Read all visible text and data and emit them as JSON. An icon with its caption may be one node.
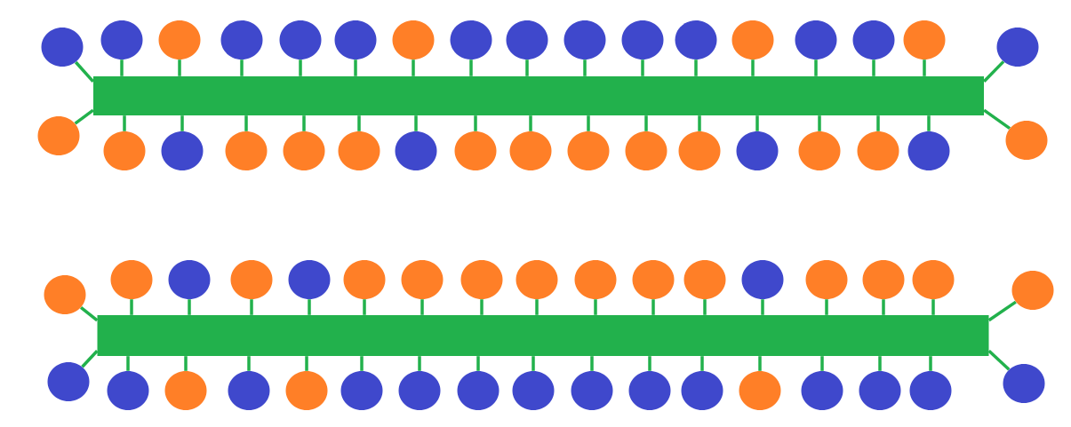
{
  "diagram": {
    "nodes": [
      {
        "text": [],
        "shape": "bar"
      },
      {
        "text": [],
        "shape": "circle"
      },
      {
        "text": [],
        "shape": "circle"
      },
      {
        "text": [],
        "shape": "circle"
      },
      {
        "text": [],
        "shape": "circle"
      },
      {
        "text": [],
        "shape": "circle"
      },
      {
        "text": [],
        "shape": "circle"
      },
      {
        "text": [],
        "shape": "circle"
      },
      {
        "text": [],
        "shape": "circle"
      },
      {
        "text": [],
        "shape": "circle"
      },
      {
        "text": [],
        "shape": "circle"
      },
      {
        "text": [],
        "shape": "circle"
      },
      {
        "text": [],
        "shape": "circle"
      },
      {
        "text": [],
        "shape": "circle"
      },
      {
        "text": [],
        "shape": "circle"
      },
      {
        "text": [],
        "shape": "circle"
      },
      {
        "text": [],
        "shape": "circle"
      },
      {
        "text": [],
        "shape": "circle"
      },
      {
        "text": [],
        "shape": "circle"
      },
      {
        "text": [],
        "shape": "circle"
      },
      {
        "text": [],
        "shape": "circle"
      },
      {
        "text": [],
        "shape": "circle"
      },
      {
        "text": [],
        "shape": "circle"
      },
      {
        "text": [],
        "shape": "circle"
      },
      {
        "text": [],
        "shape": "circle"
      },
      {
        "text": [],
        "shape": "circle"
      },
      {
        "text": [],
        "shape": "circle"
      },
      {
        "text": [],
        "shape": "circle"
      },
      {
        "text": [],
        "shape": "circle"
      },
      {
        "text": [],
        "shape": "circle"
      },
      {
        "text": [],
        "shape": "circle"
      },
      {
        "text": [],
        "shape": "circle"
      },
      {
        "text": [],
        "shape": "circle"
      },
      {
        "text": [],
        "shape": "circle"
      },
      {
        "text": [],
        "shape": "circle"
      },
      {
        "text": [],
        "shape": "bar"
      },
      {
        "text": [],
        "shape": "circle"
      },
      {
        "text": [],
        "shape": "circle"
      },
      {
        "text": [],
        "shape": "circle"
      },
      {
        "text": [],
        "shape": "circle"
      },
      {
        "text": [],
        "shape": "circle"
      },
      {
        "text": [],
        "shape": "circle"
      },
      {
        "text": [],
        "shape": "circle"
      },
      {
        "text": [],
        "shape": "circle"
      },
      {
        "text": [],
        "shape": "circle"
      },
      {
        "text": [],
        "shape": "circle"
      },
      {
        "text": [],
        "shape": "circle"
      },
      {
        "text": [],
        "shape": "circle"
      },
      {
        "text": [],
        "shape": "circle"
      },
      {
        "text": [],
        "shape": "circle"
      },
      {
        "text": [],
        "shape": "circle"
      },
      {
        "text": [],
        "shape": "circle"
      },
      {
        "text": [],
        "shape": "circle"
      },
      {
        "text": [],
        "shape": "circle"
      },
      {
        "text": [],
        "shape": "circle"
      },
      {
        "text": [],
        "shape": "circle"
      },
      {
        "text": [],
        "shape": "circle"
      },
      {
        "text": [],
        "shape": "circle"
      },
      {
        "text": [],
        "shape": "circle"
      },
      {
        "text": [],
        "shape": "circle"
      },
      {
        "text": [],
        "shape": "circle"
      },
      {
        "text": [],
        "shape": "circle"
      },
      {
        "text": [],
        "shape": "circle"
      },
      {
        "text": [],
        "shape": "circle"
      },
      {
        "text": [],
        "shape": "circle"
      },
      {
        "text": [],
        "shape": "circle"
      },
      {
        "text": [],
        "shape": "circle"
      },
      {
        "text": [],
        "shape": "circle"
      },
      {
        "text": [],
        "shape": "circle"
      },
      {
        "text": [],
        "shape": "circle"
      }
    ],
    "edges": [
      {
        "from": 1,
        "to": 0,
        "arrow": "none"
      },
      {
        "from": 2,
        "to": 0,
        "arrow": "none"
      },
      {
        "from": 3,
        "to": 0,
        "arrow": "none"
      },
      {
        "from": 4,
        "to": 0,
        "arrow": "none"
      },
      {
        "from": 5,
        "to": 0,
        "arrow": "none"
      },
      {
        "from": 6,
        "to": 0,
        "arrow": "none"
      },
      {
        "from": 7,
        "to": 0,
        "arrow": "none"
      },
      {
        "from": 8,
        "to": 0,
        "arrow": "none"
      },
      {
        "from": 9,
        "to": 0,
        "arrow": "none"
      },
      {
        "from": 10,
        "to": 0,
        "arrow": "none"
      },
      {
        "from": 11,
        "to": 0,
        "arrow": "none"
      },
      {
        "from": 12,
        "to": 0,
        "arrow": "none"
      },
      {
        "from": 13,
        "to": 0,
        "arrow": "none"
      },
      {
        "from": 14,
        "to": 0,
        "arrow": "none"
      },
      {
        "from": 15,
        "to": 0,
        "arrow": "none"
      },
      {
        "from": 16,
        "to": 0,
        "arrow": "none"
      },
      {
        "from": 17,
        "to": 0,
        "arrow": "none"
      },
      {
        "from": 18,
        "to": 0,
        "arrow": "none"
      },
      {
        "from": 19,
        "to": 0,
        "arrow": "none"
      },
      {
        "from": 20,
        "to": 0,
        "arrow": "none"
      },
      {
        "from": 21,
        "to": 0,
        "arrow": "none"
      },
      {
        "from": 22,
        "to": 0,
        "arrow": "none"
      },
      {
        "from": 23,
        "to": 0,
        "arrow": "none"
      },
      {
        "from": 24,
        "to": 0,
        "arrow": "none"
      },
      {
        "from": 25,
        "to": 0,
        "arrow": "none"
      },
      {
        "from": 26,
        "to": 0,
        "arrow": "none"
      },
      {
        "from": 27,
        "to": 0,
        "arrow": "none"
      },
      {
        "from": 28,
        "to": 0,
        "arrow": "none"
      },
      {
        "from": 29,
        "to": 0,
        "arrow": "none"
      },
      {
        "from": 30,
        "to": 0,
        "arrow": "none"
      },
      {
        "from": 31,
        "to": 0,
        "arrow": "none"
      },
      {
        "from": 32,
        "to": 0,
        "arrow": "none"
      },
      {
        "from": 33,
        "to": 0,
        "arrow": "none"
      },
      {
        "from": 34,
        "to": 0,
        "arrow": "none"
      },
      {
        "from": 36,
        "to": 35,
        "arrow": "none"
      },
      {
        "from": 37,
        "to": 35,
        "arrow": "none"
      },
      {
        "from": 38,
        "to": 35,
        "arrow": "none"
      },
      {
        "from": 39,
        "to": 35,
        "arrow": "none"
      },
      {
        "from": 40,
        "to": 35,
        "arrow": "none"
      },
      {
        "from": 41,
        "to": 35,
        "arrow": "none"
      },
      {
        "from": 42,
        "to": 35,
        "arrow": "none"
      },
      {
        "from": 43,
        "to": 35,
        "arrow": "none"
      },
      {
        "from": 44,
        "to": 35,
        "arrow": "none"
      },
      {
        "from": 45,
        "to": 35,
        "arrow": "none"
      },
      {
        "from": 46,
        "to": 35,
        "arrow": "none"
      },
      {
        "from": 47,
        "to": 35,
        "arrow": "none"
      },
      {
        "from": 48,
        "to": 35,
        "arrow": "none"
      },
      {
        "from": 49,
        "to": 35,
        "arrow": "none"
      },
      {
        "from": 50,
        "to": 35,
        "arrow": "none"
      },
      {
        "from": 51,
        "to": 35,
        "arrow": "none"
      },
      {
        "from": 52,
        "to": 35,
        "arrow": "none"
      },
      {
        "from": 53,
        "to": 35,
        "arrow": "none"
      },
      {
        "from": 54,
        "to": 35,
        "arrow": "none"
      },
      {
        "from": 55,
        "to": 35,
        "arrow": "none"
      },
      {
        "from": 56,
        "to": 35,
        "arrow": "none"
      },
      {
        "from": 57,
        "to": 35,
        "arrow": "none"
      },
      {
        "from": 58,
        "to": 35,
        "arrow": "none"
      },
      {
        "from": 59,
        "to": 35,
        "arrow": "none"
      },
      {
        "from": 60,
        "to": 35,
        "arrow": "none"
      },
      {
        "from": 61,
        "to": 35,
        "arrow": "none"
      },
      {
        "from": 62,
        "to": 35,
        "arrow": "none"
      },
      {
        "from": 63,
        "to": 35,
        "arrow": "none"
      },
      {
        "from": 64,
        "to": 35,
        "arrow": "none"
      },
      {
        "from": 65,
        "to": 35,
        "arrow": "none"
      },
      {
        "from": 66,
        "to": 35,
        "arrow": "none"
      },
      {
        "from": 67,
        "to": 35,
        "arrow": "none"
      },
      {
        "from": 68,
        "to": 35,
        "arrow": "none"
      },
      {
        "from": 69,
        "to": 35,
        "arrow": "none"
      }
    ]
  }
}
